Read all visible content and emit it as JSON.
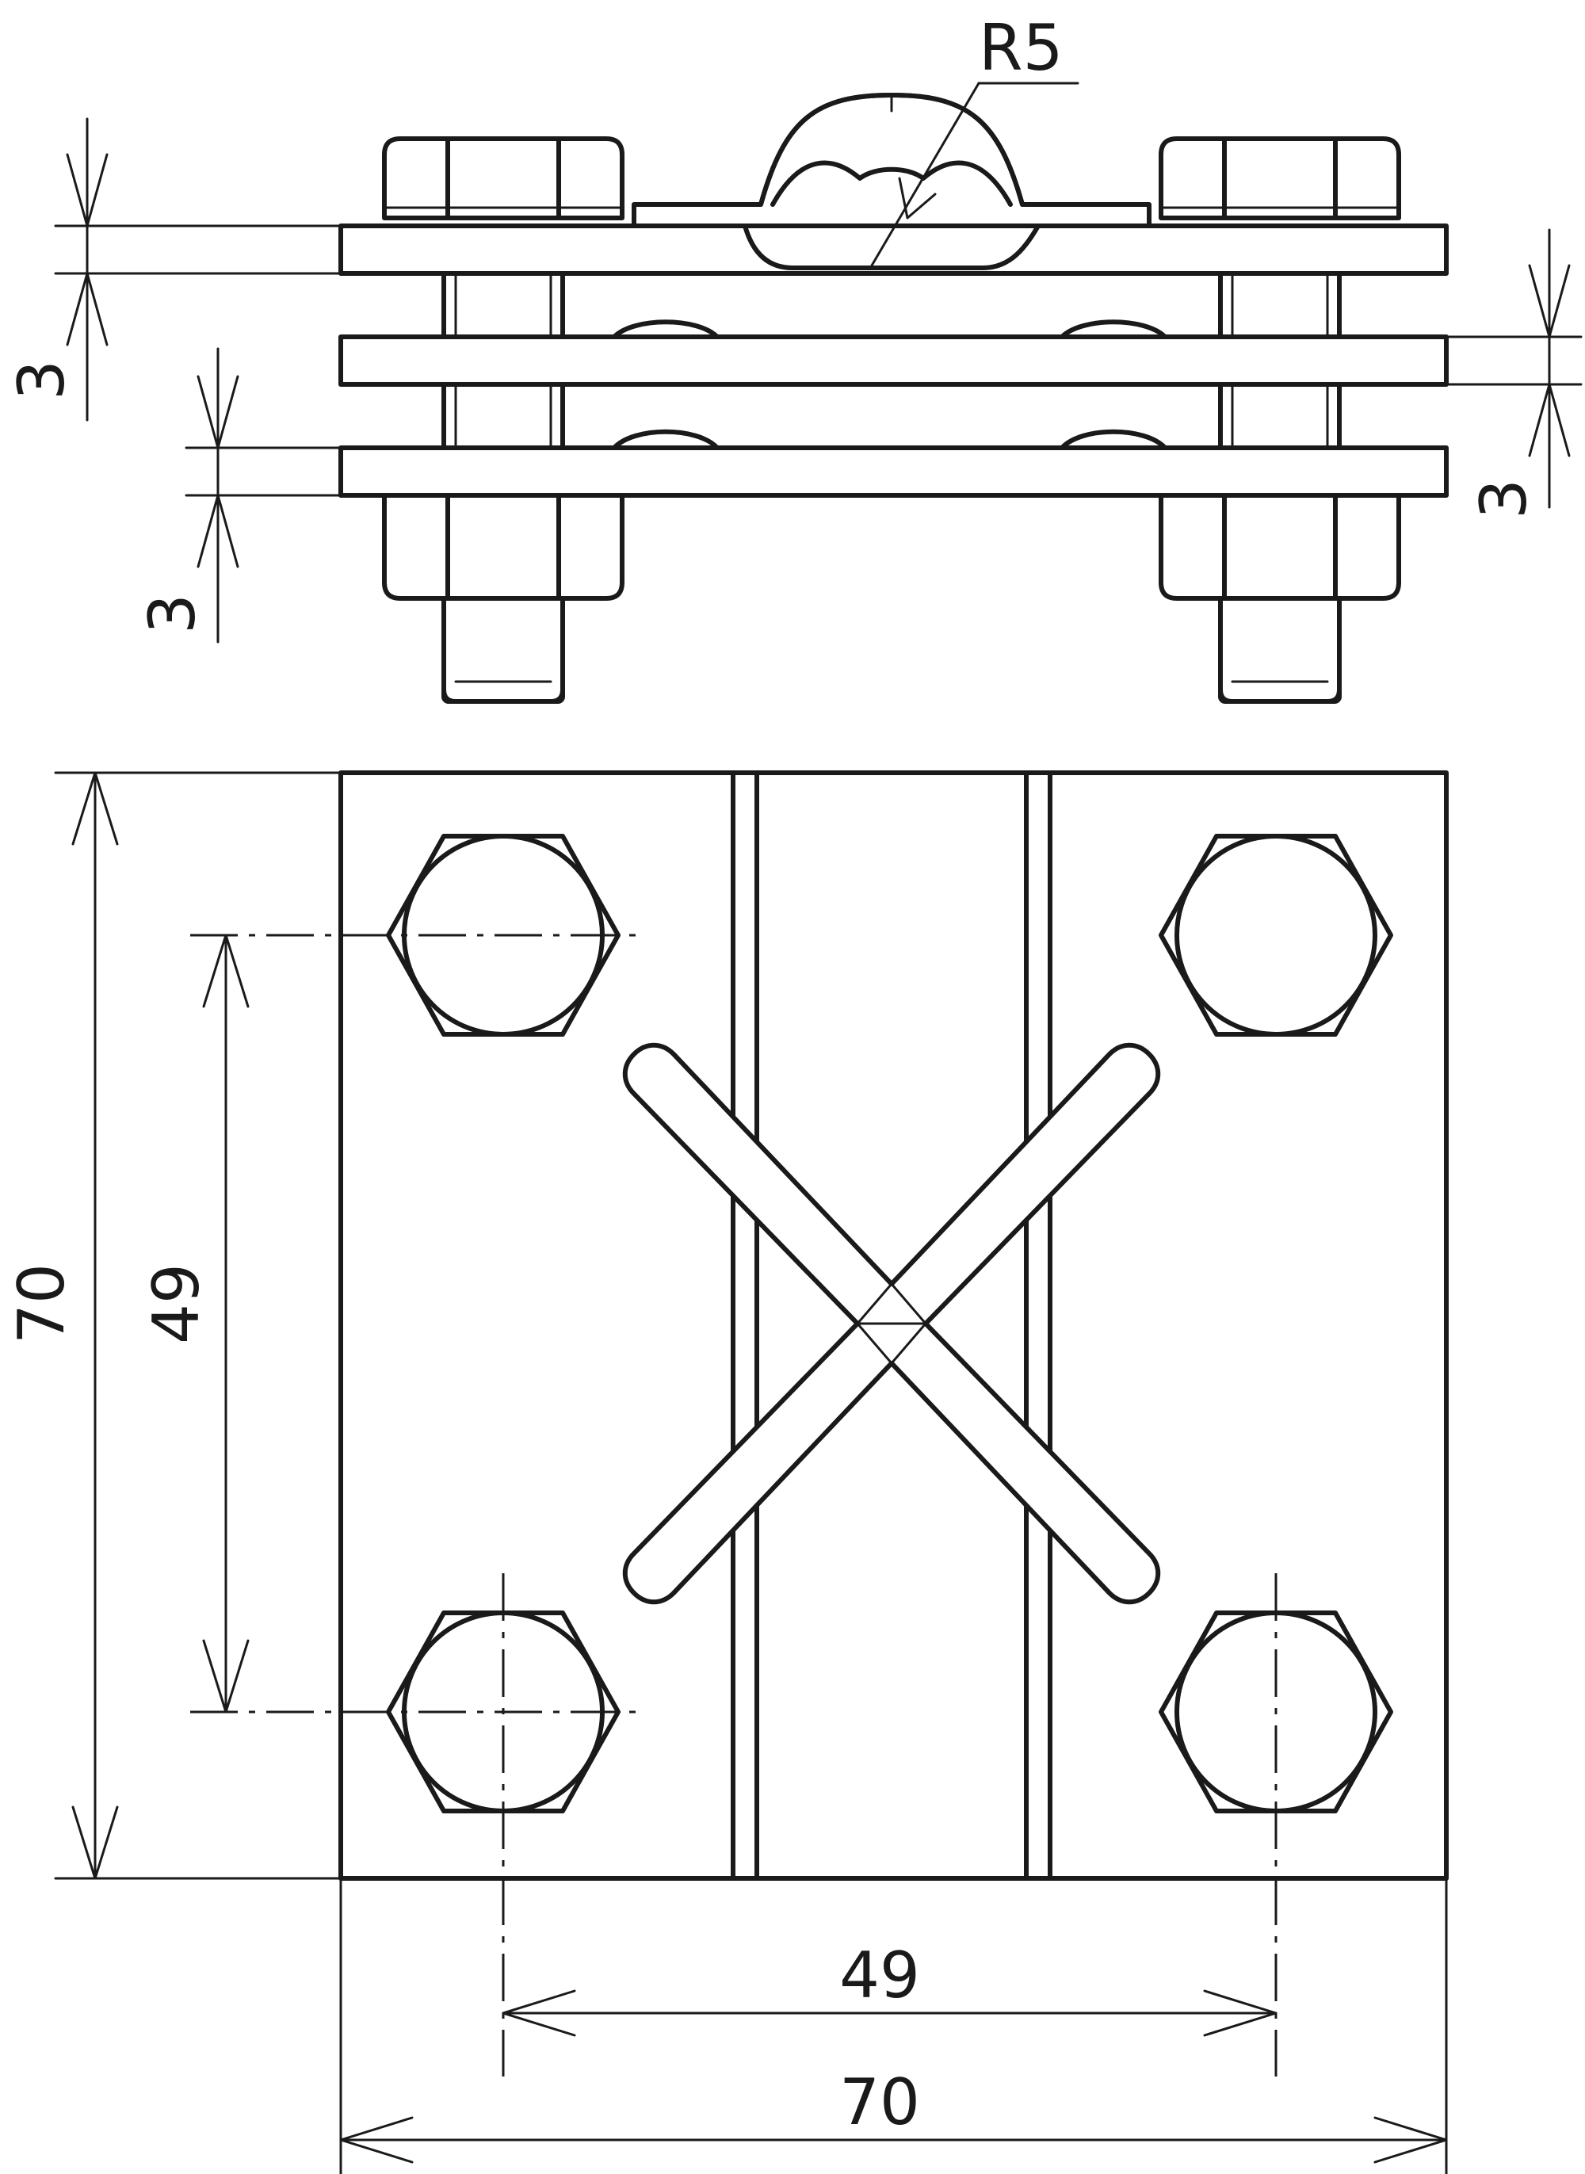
{
  "drawing": {
    "dimensions": {
      "radius_label": "R5",
      "top_plate_thickness": "3",
      "middle_plate_thickness": "3",
      "bottom_plate_thickness": "3",
      "overall_height": "70",
      "bolt_spacing_vertical": "49",
      "bolt_spacing_horizontal": "49",
      "overall_width": "70"
    },
    "line_color": "#1a1a1a",
    "background": "#ffffff"
  }
}
